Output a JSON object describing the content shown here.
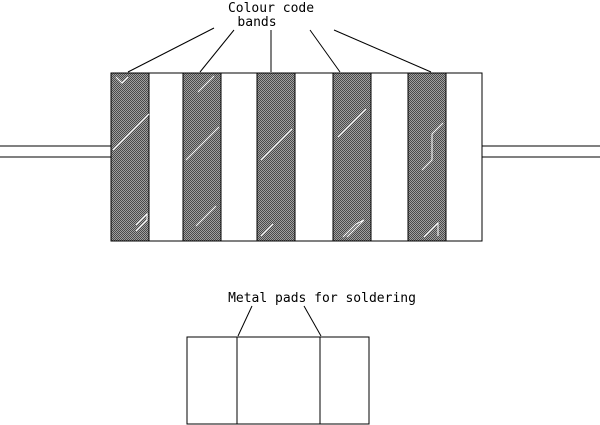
{
  "resistor": {
    "label_line1": "Colour code",
    "label_line2": "bands"
  },
  "smd": {
    "label": "Metal pads for soldering"
  },
  "colors": {
    "band_fill": "#7a7a7a",
    "outline": "#000000",
    "background": "#ffffff"
  }
}
